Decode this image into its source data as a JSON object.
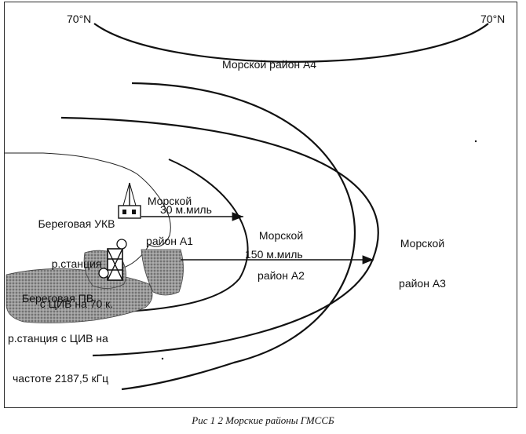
{
  "latitude_left": "70°N",
  "latitude_right": "70°N",
  "zones": {
    "a4": "Морской район А4",
    "a1_line1": "Морской",
    "a1_line2": "район А1",
    "a2_line1": "Морской",
    "a2_line2": "район А2",
    "a3_line1": "Морской",
    "a3_line2": "район А3"
  },
  "ranges": {
    "vhf": "30 м.миль",
    "mf": "150 м.миль"
  },
  "stations": {
    "vhf_line1": "Береговая УКВ",
    "vhf_line2": "р.станция",
    "vhf_line3": "с ЦИВ на 70 к.",
    "mf_line1": "Береговая ПВ",
    "mf_line2": "р.станция с ЦИВ на",
    "mf_line3": "частоте 2187,5 кГц"
  },
  "caption": "Рис 1 2 Морские районы ГМССБ"
}
